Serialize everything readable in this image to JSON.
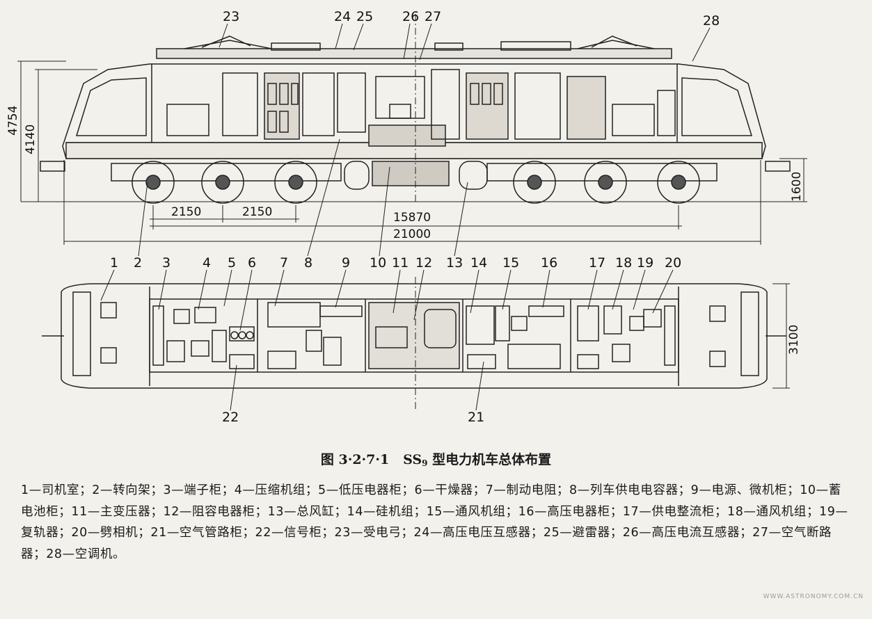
{
  "callouts": {
    "side": [
      {
        "id": "23",
        "label": "23"
      },
      {
        "id": "24",
        "label": "24"
      },
      {
        "id": "25",
        "label": "25"
      },
      {
        "id": "26",
        "label": "26"
      },
      {
        "id": "27",
        "label": "27"
      },
      {
        "id": "28",
        "label": "28"
      }
    ],
    "middle": [
      {
        "id": "1",
        "label": "1"
      },
      {
        "id": "2",
        "label": "2"
      },
      {
        "id": "3",
        "label": "3"
      },
      {
        "id": "4",
        "label": "4"
      },
      {
        "id": "5",
        "label": "5"
      },
      {
        "id": "6",
        "label": "6"
      },
      {
        "id": "7",
        "label": "7"
      },
      {
        "id": "8",
        "label": "8"
      },
      {
        "id": "9",
        "label": "9"
      },
      {
        "id": "10",
        "label": "10"
      },
      {
        "id": "11",
        "label": "11"
      },
      {
        "id": "12",
        "label": "12"
      },
      {
        "id": "13",
        "label": "13"
      },
      {
        "id": "14",
        "label": "14"
      },
      {
        "id": "15",
        "label": "15"
      },
      {
        "id": "16",
        "label": "16"
      },
      {
        "id": "17",
        "label": "17"
      },
      {
        "id": "18",
        "label": "18"
      },
      {
        "id": "19",
        "label": "19"
      },
      {
        "id": "20",
        "label": "20"
      }
    ],
    "bottom": [
      {
        "id": "22",
        "label": "22"
      },
      {
        "id": "21",
        "label": "21"
      }
    ]
  },
  "dimensions": {
    "height_total": "4754",
    "height_body": "4140",
    "buffer_height": "1600",
    "bogie_spacing_a": "2150",
    "bogie_spacing_b": "2150",
    "bogie_centers": "15870",
    "length_total": "21000",
    "width": "3100"
  },
  "caption": {
    "figure_number": "图 3·2·7·1",
    "model": "SS",
    "model_sub": "9",
    "title": " 型电力机车总体布置"
  },
  "legend": [
    "1—司机室；2—转向架；3—端子柜；4—压缩机组；5—低压电器柜；6—干燥器；7—制动电阻；8—列车供电电容器；9—电源、微机柜；10—蓄电池柜；11—主变压器；12—阻容电器柜；13—总风缸；14—硅机组；15—通风机组；16—高压电器柜；17—供电整流柜；18—通风机组；19—复轨器；20—劈相机；21—空气管路柜；22—信号柜；23—受电弓；24—高压电压互感器；25—避雷器；26—高压电流互感器；27—空气断路器；28—空调机。"
  ],
  "watermark": "WWW.ASTRONOMY.COM.CN"
}
